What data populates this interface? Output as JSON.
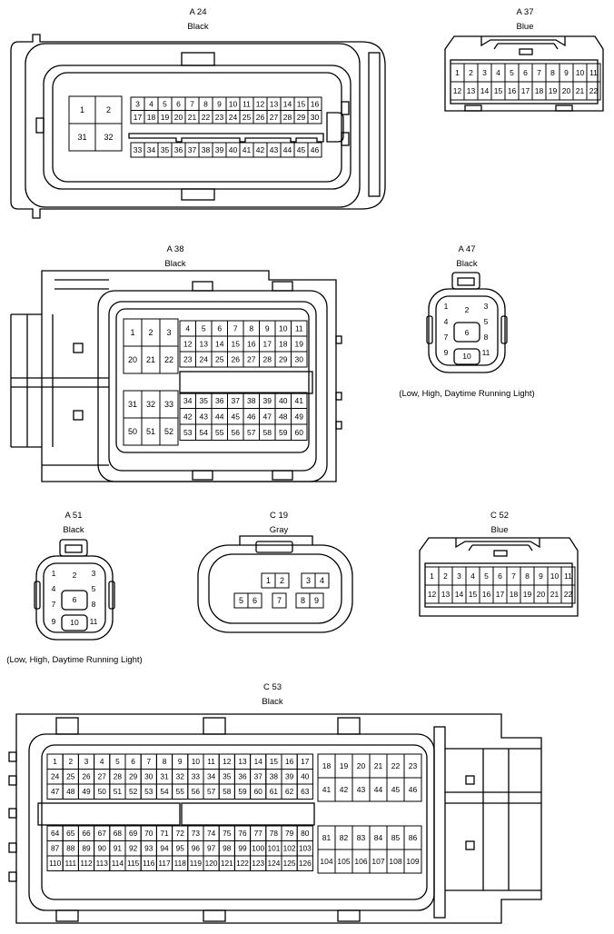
{
  "connectors": {
    "a24": {
      "name": "A 24",
      "color": "Black"
    },
    "a37": {
      "name": "A 37",
      "color": "Blue"
    },
    "a38": {
      "name": "A 38",
      "color": "Black"
    },
    "a47": {
      "name": "A 47",
      "color": "Black",
      "note": "(Low, High, Daytime Running Light)"
    },
    "a51": {
      "name": "A 51",
      "color": "Black",
      "note": "(Low, High, Daytime Running Light)"
    },
    "c19": {
      "name": "C 19",
      "color": "Gray"
    },
    "c52": {
      "name": "C 52",
      "color": "Blue"
    },
    "c53": {
      "name": "C 53",
      "color": "Black"
    }
  },
  "pins": {
    "a24": [
      "1",
      "2",
      "31",
      "32",
      "3",
      "4",
      "5",
      "6",
      "7",
      "8",
      "9",
      "10",
      "11",
      "12",
      "13",
      "14",
      "15",
      "16",
      "17",
      "18",
      "19",
      "20",
      "21",
      "22",
      "23",
      "24",
      "25",
      "26",
      "27",
      "28",
      "29",
      "30",
      "33",
      "34",
      "35",
      "36",
      "37",
      "38",
      "39",
      "40",
      "41",
      "42",
      "43",
      "44",
      "45",
      "46"
    ],
    "a37": [
      "1",
      "2",
      "3",
      "4",
      "5",
      "6",
      "7",
      "8",
      "9",
      "10",
      "11",
      "12",
      "13",
      "14",
      "15",
      "16",
      "17",
      "18",
      "19",
      "20",
      "21",
      "22"
    ],
    "a38": [
      "1",
      "2",
      "3",
      "20",
      "21",
      "22",
      "4",
      "5",
      "6",
      "7",
      "8",
      "9",
      "10",
      "11",
      "12",
      "13",
      "14",
      "15",
      "16",
      "17",
      "18",
      "19",
      "23",
      "24",
      "25",
      "26",
      "27",
      "28",
      "29",
      "30",
      "31",
      "32",
      "33",
      "50",
      "51",
      "52",
      "34",
      "35",
      "36",
      "37",
      "38",
      "39",
      "40",
      "41",
      "42",
      "43",
      "44",
      "45",
      "46",
      "47",
      "48",
      "49",
      "53",
      "54",
      "55",
      "56",
      "57",
      "58",
      "59",
      "60"
    ],
    "a47": [
      "1",
      "2",
      "3",
      "4",
      "5",
      "6",
      "7",
      "8",
      "9",
      "10",
      "11"
    ],
    "a51": [
      "1",
      "2",
      "3",
      "4",
      "5",
      "6",
      "7",
      "8",
      "9",
      "10",
      "11"
    ],
    "c19": [
      "1",
      "2",
      "3",
      "4",
      "5",
      "6",
      "7",
      "8",
      "9"
    ],
    "c52": [
      "1",
      "2",
      "3",
      "4",
      "5",
      "6",
      "7",
      "8",
      "9",
      "10",
      "11",
      "12",
      "13",
      "14",
      "15",
      "16",
      "17",
      "18",
      "19",
      "20",
      "21",
      "22"
    ],
    "c53": [
      "1",
      "2",
      "3",
      "4",
      "5",
      "6",
      "7",
      "8",
      "9",
      "10",
      "11",
      "12",
      "13",
      "14",
      "15",
      "16",
      "17",
      "24",
      "25",
      "26",
      "27",
      "28",
      "29",
      "30",
      "31",
      "32",
      "33",
      "34",
      "35",
      "36",
      "37",
      "38",
      "39",
      "40",
      "47",
      "48",
      "49",
      "50",
      "51",
      "52",
      "53",
      "54",
      "55",
      "56",
      "57",
      "58",
      "59",
      "60",
      "61",
      "62",
      "63",
      "18",
      "19",
      "20",
      "21",
      "22",
      "23",
      "41",
      "42",
      "43",
      "44",
      "45",
      "46",
      "64",
      "65",
      "66",
      "67",
      "68",
      "69",
      "70",
      "71",
      "72",
      "73",
      "74",
      "75",
      "76",
      "77",
      "78",
      "79",
      "80",
      "87",
      "88",
      "89",
      "90",
      "91",
      "92",
      "93",
      "94",
      "95",
      "96",
      "97",
      "98",
      "99",
      "100",
      "101",
      "102",
      "103",
      "110",
      "111",
      "112",
      "113",
      "114",
      "115",
      "116",
      "117",
      "118",
      "119",
      "120",
      "121",
      "122",
      "123",
      "124",
      "125",
      "126",
      "81",
      "82",
      "83",
      "84",
      "85",
      "86",
      "104",
      "105",
      "106",
      "107",
      "108",
      "109"
    ]
  }
}
